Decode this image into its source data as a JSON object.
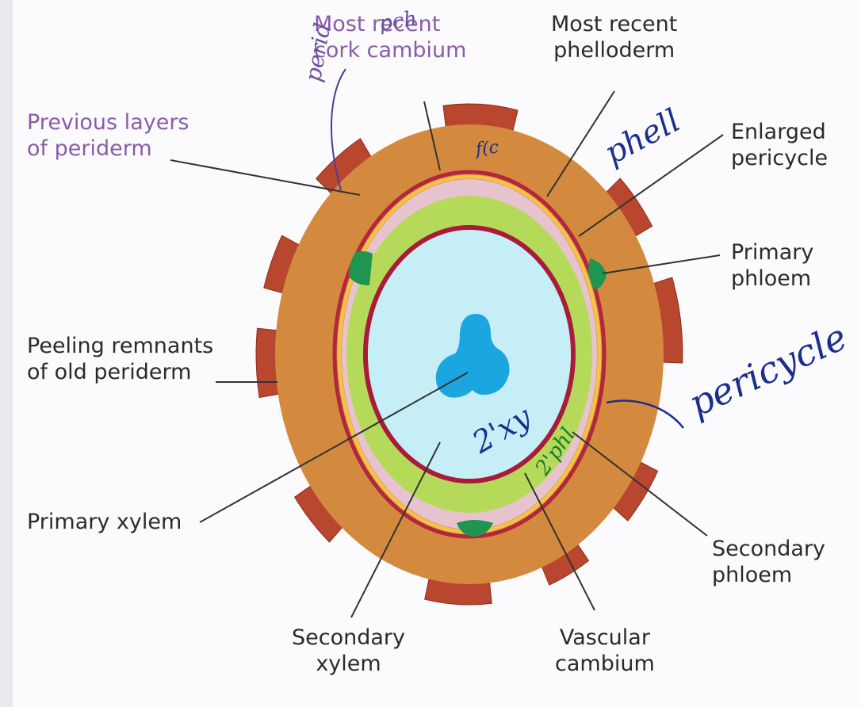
{
  "labels": {
    "most_recent_cork_cambium": [
      "Most recent",
      "cork cambium"
    ],
    "most_recent_phelloderm": [
      "Most recent",
      "phelloderm"
    ],
    "previous_layers_of_periderm": [
      "Previous layers",
      "of periderm"
    ],
    "enlarged_pericycle": [
      "Enlarged",
      "pericycle"
    ],
    "primary_phloem": [
      "Primary",
      "phloem"
    ],
    "peeling_remnants": [
      "Peeling remnants",
      "of old periderm"
    ],
    "primary_xylem": [
      "Primary xylem"
    ],
    "secondary_xylem": [
      "Secondary",
      "xylem"
    ],
    "vascular_cambium": [
      "Vascular",
      "cambium"
    ],
    "secondary_phloem": [
      "Secondary",
      "phloem"
    ]
  },
  "handwritten": {
    "cork_annotation": "pch",
    "periderm_annotation": "perid",
    "phell_annotation": "phell",
    "pericycle_annotation": "pericycle",
    "secondary_xylem_annotation": "2'xy",
    "secondary_phloem_annotation": "2'phl",
    "small_annotation": "f(c"
  },
  "colors": {
    "bark_remnant": "#b9462e",
    "periderm_orange": "#d38a3e",
    "cork_cambium_red": "#b3263e",
    "phelloderm_pink": "#e7c3d0",
    "secondary_phloem_green": "#b5da59",
    "primary_phloem_green": "#1f9550",
    "vascular_cambium_red": "#aa1a3c",
    "secondary_xylem_blue": "#c5eef6",
    "primary_xylem_blue": "#1ba6df",
    "leader_line": "#333333"
  }
}
